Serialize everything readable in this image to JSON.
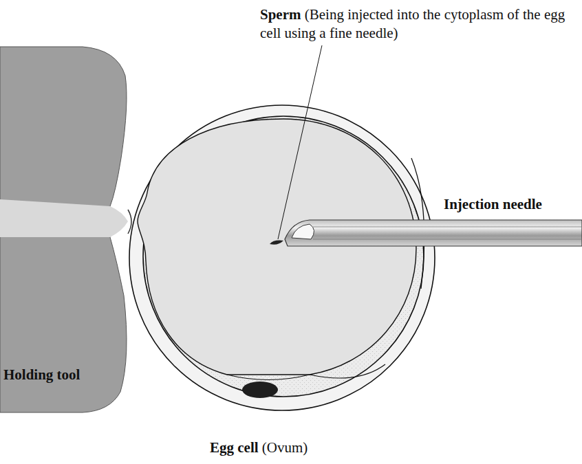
{
  "diagram": {
    "labels": [
      "Sperm",
      "(Being injected into the cytoplasm of the egg cell using a fine needle)",
      "Injection needle",
      "Holding tool",
      "Egg cell",
      "(Ovum)"
    ]
  }
}
